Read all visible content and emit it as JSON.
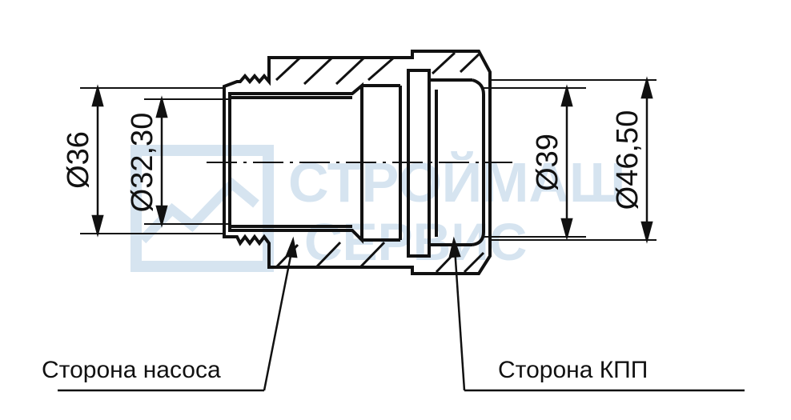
{
  "dimensions": {
    "d36": "Ø36",
    "d32_30": "Ø32,30",
    "d39": "Ø39",
    "d46_50": "Ø46,50"
  },
  "labels": {
    "pump_side": "Сторона насоса",
    "gearbox_side": "Сторона КПП"
  },
  "watermark": {
    "line1": "СТРОЙМАШ",
    "line2": "СЕРВИС"
  },
  "colors": {
    "line": "#111111",
    "watermark": "#cfe0ee"
  }
}
